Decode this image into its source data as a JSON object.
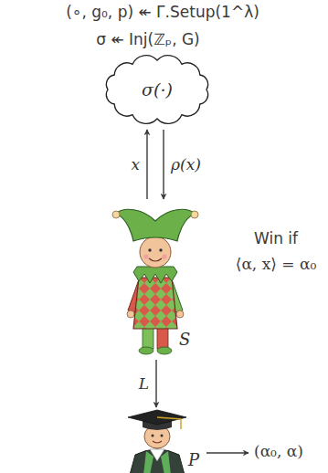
{
  "diagram": {
    "nodes": [
      {
        "text": [
          "σ(·)"
        ]
      },
      {
        "text": [
          "S"
        ]
      },
      {
        "text": [
          "P"
        ]
      }
    ],
    "edges": [
      {
        "from": 1,
        "to": 0,
        "arrow": "to",
        "label": "x"
      },
      {
        "from": 0,
        "to": 1,
        "arrow": "to",
        "label": "ρ(x)"
      },
      {
        "from": 1,
        "to": 2,
        "arrow": "to",
        "label": "L"
      }
    ],
    "labels": [
      "(∘, g₀, p) ↞ Γ.Setup(1^λ)",
      "σ ↞ Inj(ℤₚ, G)",
      "Win if",
      "⟨α, x⟩ = α₀",
      "(α₀, α)"
    ]
  }
}
